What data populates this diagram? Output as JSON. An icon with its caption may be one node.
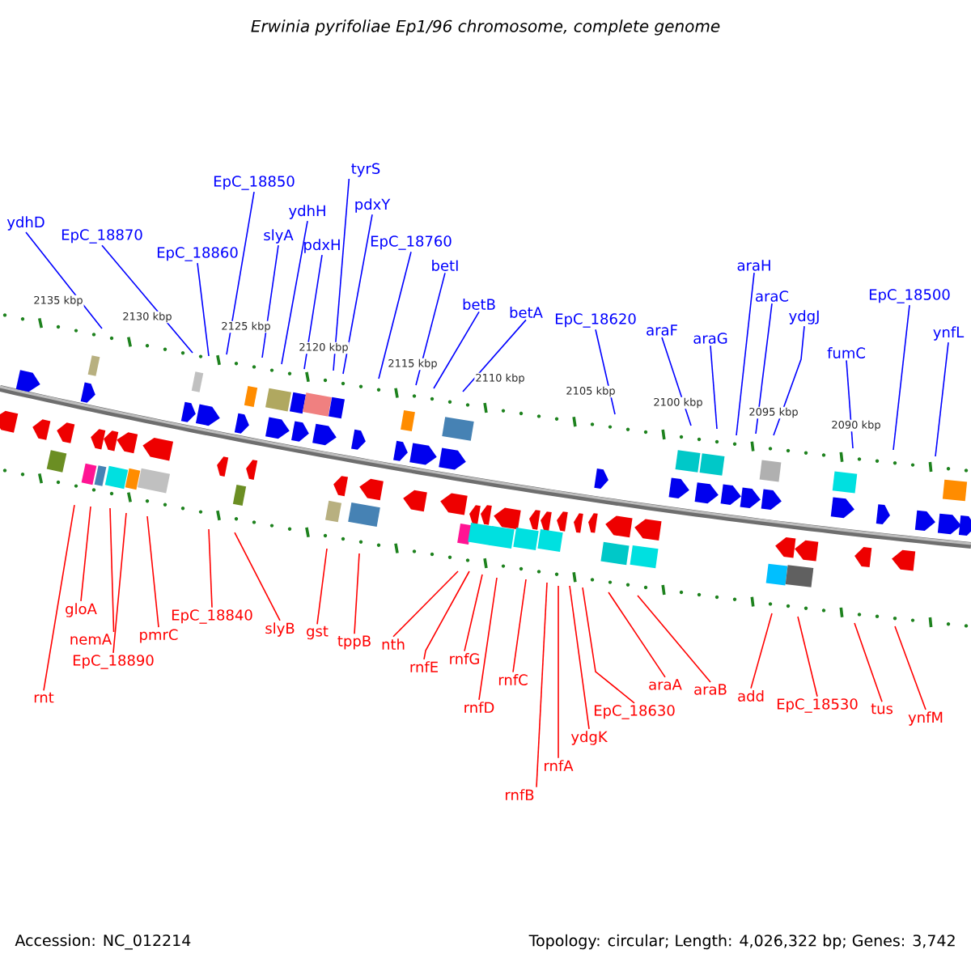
{
  "diagram": {
    "title": "Erwinia pyrifoliae Ep1/96 chromosome, complete genome",
    "nodes": [
      {
        "text": [
          "ydhD"
        ]
      },
      {
        "text": [
          "EpC_18870"
        ]
      },
      {
        "text": [
          "EpC_18860"
        ]
      },
      {
        "text": [
          "EpC_18850"
        ]
      },
      {
        "text": [
          "slyA"
        ]
      },
      {
        "text": [
          "ydhH"
        ]
      },
      {
        "text": [
          "pdxH"
        ]
      },
      {
        "text": [
          "tyrS"
        ]
      },
      {
        "text": [
          "pdxY"
        ]
      },
      {
        "text": [
          "EpC_18760"
        ]
      },
      {
        "text": [
          "betI"
        ]
      },
      {
        "text": [
          "betB"
        ]
      },
      {
        "text": [
          "betA"
        ]
      },
      {
        "text": [
          "EpC_18620"
        ]
      },
      {
        "text": [
          "araF"
        ]
      },
      {
        "text": [
          "araG"
        ]
      },
      {
        "text": [
          "araH"
        ]
      },
      {
        "text": [
          "araC"
        ]
      },
      {
        "text": [
          "ydgJ"
        ]
      },
      {
        "text": [
          "fumC"
        ]
      },
      {
        "text": [
          "EpC_18500"
        ]
      },
      {
        "text": [
          "ynfL"
        ]
      },
      {
        "text": [
          "rnt"
        ]
      },
      {
        "text": [
          "gloA"
        ]
      },
      {
        "text": [
          "nemA"
        ]
      },
      {
        "text": [
          "EpC_18890"
        ]
      },
      {
        "text": [
          "pmrC"
        ]
      },
      {
        "text": [
          "EpC_18840"
        ]
      },
      {
        "text": [
          "slyB"
        ]
      },
      {
        "text": [
          "gst"
        ]
      },
      {
        "text": [
          "tppB"
        ]
      },
      {
        "text": [
          "nth"
        ]
      },
      {
        "text": [
          "rnfE"
        ]
      },
      {
        "text": [
          "rnfG"
        ]
      },
      {
        "text": [
          "rnfD"
        ]
      },
      {
        "text": [
          "rnfC"
        ]
      },
      {
        "text": [
          "rnfB"
        ]
      },
      {
        "text": [
          "rnfA"
        ]
      },
      {
        "text": [
          "ydgK"
        ]
      },
      {
        "text": [
          "EpC_18630"
        ]
      },
      {
        "text": [
          "araA"
        ]
      },
      {
        "text": [
          "araB"
        ]
      },
      {
        "text": [
          "add"
        ]
      },
      {
        "text": [
          "EpC_18530"
        ]
      },
      {
        "text": [
          "tus"
        ]
      },
      {
        "text": [
          "ynfM"
        ]
      }
    ],
    "edges": [
      {
        "from": 0,
        "to": null,
        "arrow": "none",
        "color": "#0000ff"
      },
      {
        "from": 1,
        "to": null,
        "arrow": "none",
        "color": "#0000ff"
      },
      {
        "from": 2,
        "to": null,
        "arrow": "none",
        "color": "#0000ff"
      },
      {
        "from": 3,
        "to": null,
        "arrow": "none",
        "color": "#0000ff"
      },
      {
        "from": 4,
        "to": null,
        "arrow": "none",
        "color": "#0000ff"
      },
      {
        "from": 5,
        "to": null,
        "arrow": "none",
        "color": "#0000ff"
      },
      {
        "from": 6,
        "to": null,
        "arrow": "none",
        "color": "#0000ff"
      },
      {
        "from": 7,
        "to": null,
        "arrow": "none",
        "color": "#0000ff"
      },
      {
        "from": 8,
        "to": null,
        "arrow": "none",
        "color": "#0000ff"
      },
      {
        "from": 9,
        "to": null,
        "arrow": "none",
        "color": "#0000ff"
      },
      {
        "from": 10,
        "to": null,
        "arrow": "none",
        "color": "#0000ff"
      },
      {
        "from": 11,
        "to": null,
        "arrow": "none",
        "color": "#0000ff"
      },
      {
        "from": 12,
        "to": null,
        "arrow": "none",
        "color": "#0000ff"
      },
      {
        "from": 13,
        "to": null,
        "arrow": "none",
        "color": "#0000ff"
      },
      {
        "from": 14,
        "to": null,
        "arrow": "none",
        "color": "#0000ff"
      },
      {
        "from": 15,
        "to": null,
        "arrow": "none",
        "color": "#0000ff"
      },
      {
        "from": 16,
        "to": null,
        "arrow": "none",
        "color": "#0000ff"
      },
      {
        "from": 17,
        "to": null,
        "arrow": "none",
        "color": "#0000ff"
      },
      {
        "from": 18,
        "to": null,
        "arrow": "none",
        "color": "#0000ff"
      },
      {
        "from": 19,
        "to": null,
        "arrow": "none",
        "color": "#0000ff"
      },
      {
        "from": 20,
        "to": null,
        "arrow": "none",
        "color": "#0000ff"
      },
      {
        "from": 21,
        "to": null,
        "arrow": "none",
        "color": "#0000ff"
      },
      {
        "from": 22,
        "to": null,
        "arrow": "none"
      },
      {
        "from": 23,
        "to": null,
        "arrow": "none"
      },
      {
        "from": 24,
        "to": null,
        "arrow": "none"
      },
      {
        "from": 25,
        "to": null,
        "arrow": "none"
      },
      {
        "from": 26,
        "to": null,
        "arrow": "none"
      },
      {
        "from": 27,
        "to": null,
        "arrow": "none"
      },
      {
        "from": 28,
        "to": null,
        "arrow": "none"
      },
      {
        "from": 29,
        "to": null,
        "arrow": "none"
      },
      {
        "from": 30,
        "to": null,
        "arrow": "none"
      },
      {
        "from": 31,
        "to": null,
        "arrow": "none"
      },
      {
        "from": 32,
        "to": null,
        "arrow": "none"
      },
      {
        "from": 33,
        "to": null,
        "arrow": "none"
      },
      {
        "from": 34,
        "to": null,
        "arrow": "none"
      },
      {
        "from": 35,
        "to": null,
        "arrow": "none"
      },
      {
        "from": 36,
        "to": null,
        "arrow": "none"
      },
      {
        "from": 37,
        "to": null,
        "arrow": "none"
      },
      {
        "from": 38,
        "to": null,
        "arrow": "none"
      },
      {
        "from": 39,
        "to": null,
        "arrow": "none"
      },
      {
        "from": 40,
        "to": null,
        "arrow": "none"
      },
      {
        "from": 41,
        "to": null,
        "arrow": "none"
      },
      {
        "from": 42,
        "to": null,
        "arrow": "none"
      },
      {
        "from": 43,
        "to": null,
        "arrow": "none"
      },
      {
        "from": 44,
        "to": null,
        "arrow": "none"
      },
      {
        "from": 45,
        "to": null,
        "arrow": "none"
      }
    ],
    "labels": [
      "2135 kbp",
      "2130 kbp",
      "2125 kbp",
      "2120 kbp",
      "2115 kbp",
      "2110 kbp",
      "2105 kbp",
      "2100 kbp",
      "2095 kbp",
      "2090 kbp",
      "Accession: NC_012214",
      "Topology: circular; Length: 4,026,322 bp; Genes: 3,742"
    ]
  }
}
